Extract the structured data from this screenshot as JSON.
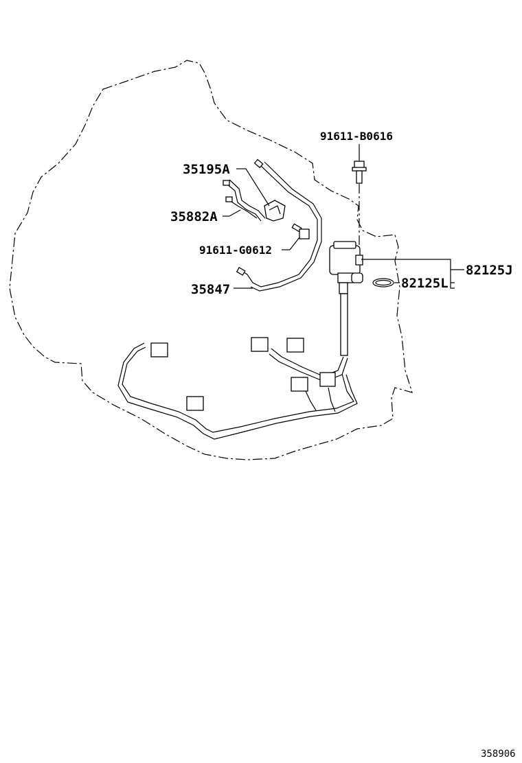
{
  "parts": {
    "bolt_top": "91611-B0616",
    "clamp": "35195A",
    "hose": "35882A",
    "bolt_mid": "91611-G0612",
    "tube": "35847",
    "sensor": "82125J",
    "oring": "82125L"
  },
  "footer": {
    "figure_id": "358906"
  }
}
